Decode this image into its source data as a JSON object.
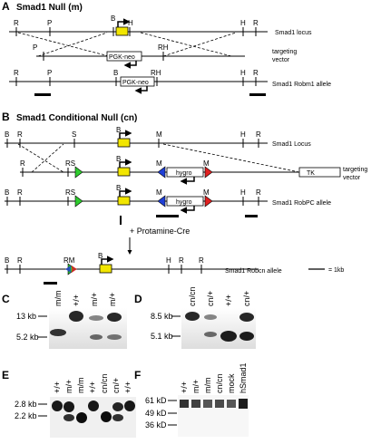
{
  "panel_a": {
    "letter": "A",
    "title": "Smad1 Null (m)",
    "rows": [
      {
        "label": "Smad1 locus",
        "sites": [
          "R",
          "P",
          "B",
          "H",
          "H",
          "R"
        ]
      },
      {
        "label": [
          "targeting",
          "vector"
        ],
        "sites": [
          "P",
          "RH"
        ],
        "cassette": "PGK-neo"
      },
      {
        "label": "Smad1 Robm1 allele",
        "sites": [
          "R",
          "P",
          "B",
          "RH",
          "H",
          "R"
        ],
        "cassette": "PGK-neo"
      }
    ]
  },
  "panel_b": {
    "letter": "B",
    "title": "Smad1 Conditional Null (cn)",
    "rows": [
      {
        "label": "Smad1 Locus",
        "sites": [
          "B",
          "R",
          "S",
          "B",
          "M",
          "H",
          "R"
        ]
      },
      {
        "label": [
          "targeting",
          "vector"
        ],
        "sites": [
          "R",
          "RS",
          "B",
          "M",
          "M"
        ],
        "cassette": "hygro",
        "tk": "TK"
      },
      {
        "label": "Smad1 RobPC allele",
        "sites": [
          "B",
          "R",
          "RS",
          "B",
          "M",
          "M",
          "H",
          "R"
        ],
        "cassette": "hygro"
      },
      {
        "label": "Smad1 Robcn allele",
        "sites": [
          "B",
          "R",
          "RM",
          "B",
          "H",
          "R",
          "R"
        ]
      }
    ],
    "cre_text": "+ Protamine-Cre",
    "scale": "= 1kb"
  },
  "panel_c": {
    "letter": "C",
    "lanes": [
      "m/m",
      "+/+",
      "m/+",
      "m/+"
    ],
    "markers": [
      "13 kb",
      "5.2 kb"
    ]
  },
  "panel_d": {
    "letter": "D",
    "lanes": [
      "cn/cn",
      "cn/+",
      "+/+",
      "cn/+"
    ],
    "markers": [
      "8.5 kb",
      "5.1 kb"
    ]
  },
  "panel_e": {
    "letter": "E",
    "lanes": [
      "+/+",
      "m/+",
      "m/m",
      "+/+",
      "cn/cn",
      "cn/+",
      "+/+"
    ],
    "markers": [
      "2.8 kb",
      "2.2 kb"
    ]
  },
  "panel_f": {
    "letter": "F",
    "lanes": [
      "+/+",
      "m/+",
      "m/m",
      "cn/cn",
      "mock",
      "hSmad1"
    ],
    "markers": [
      "61 kD",
      "49 kD",
      "36 kD"
    ]
  }
}
